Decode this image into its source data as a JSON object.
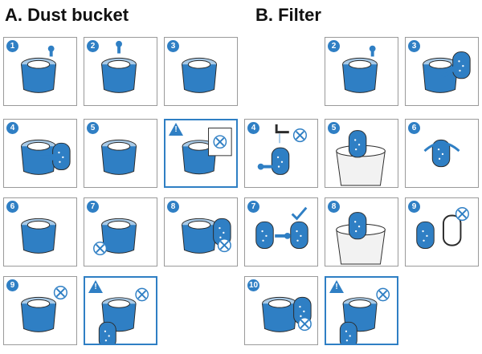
{
  "sections": {
    "dust_bucket_title": "A. Dust bucket",
    "filter_title": "B. Filter"
  },
  "dust_panels": [
    {
      "step": "1",
      "pic": "bucket-remove-from-stick"
    },
    {
      "step": "2",
      "pic": "bucket-lid-open"
    },
    {
      "step": "3",
      "pic": "empty-into-bin"
    },
    {
      "step": "4",
      "pic": "remove-filter"
    },
    {
      "step": "5",
      "pic": "rinse-under-tap"
    },
    {
      "step": "",
      "pic": "no-dishwasher",
      "warning": true
    },
    {
      "step": "6",
      "pic": "hold-bucket"
    },
    {
      "step": "7",
      "pic": "shake-dry"
    },
    {
      "step": "8",
      "pic": "reinsert-filter"
    },
    {
      "step": "9",
      "pic": "reattach-bucket"
    },
    {
      "step": "",
      "pic": "never-without-filter",
      "warning": true
    }
  ],
  "filter_panels": [
    {
      "step": "2",
      "pic": "bucket-remove-from-stick"
    },
    {
      "step": "3",
      "pic": "take-out-filter"
    },
    {
      "step": "4",
      "pic": "filter-no-tap"
    },
    {
      "step": "5",
      "pic": "tap-filter-over-bin"
    },
    {
      "step": "6",
      "pic": "twist-filter"
    },
    {
      "step": "7",
      "pic": "dry-filter"
    },
    {
      "step": "8",
      "pic": "tap-again"
    },
    {
      "step": "9",
      "pic": "no-ring"
    },
    {
      "step": "10",
      "pic": "reinsert-filter"
    },
    {
      "step": "",
      "pic": "never-without-filter",
      "warning": true
    }
  ],
  "colors": {
    "accent": "#2f7fc4",
    "light_blue": "#a9cbe8",
    "outline": "#2b2b2b",
    "check": "#2f7fc4"
  }
}
